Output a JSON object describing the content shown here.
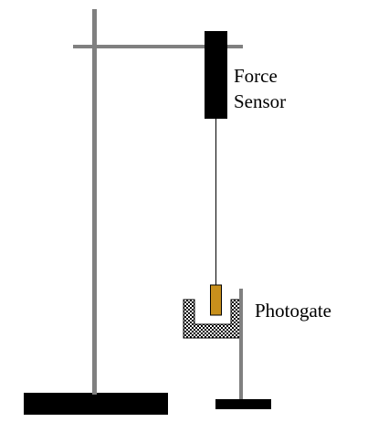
{
  "labels": {
    "force_sensor_line1": "Force",
    "force_sensor_line2": "Sensor",
    "photogate": "Photogate"
  },
  "colors": {
    "stand": "#808080",
    "base": "#000000",
    "sensor_body": "#000000",
    "string": "#000000",
    "weight": "#c8901c",
    "photogate_fill": "#ffffff",
    "photogate_pattern": "#000000"
  }
}
